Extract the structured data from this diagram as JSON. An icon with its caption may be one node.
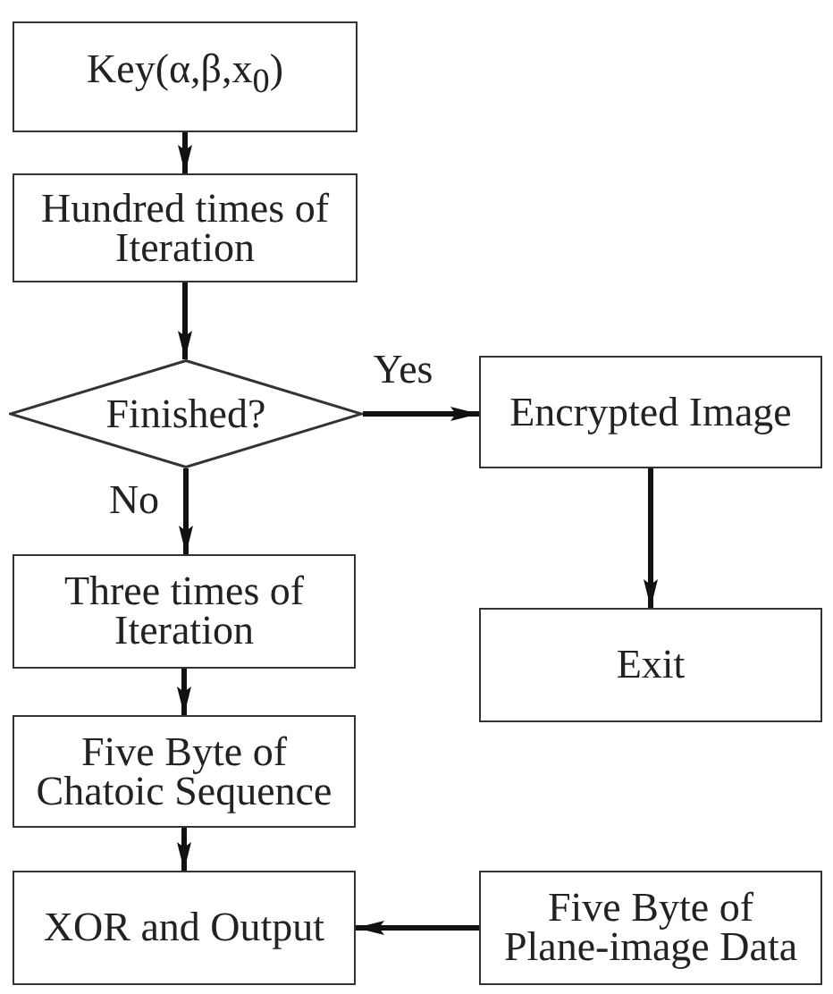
{
  "diagram": {
    "nodes": [
      {
        "text": [
          "Key(α,β,x$_{0}$)"
        ]
      },
      {
        "text": [
          "Hundred times of Iteration"
        ]
      },
      {
        "text": [
          "Finished?"
        ]
      },
      {
        "text": [
          "Encrypted Image"
        ]
      },
      {
        "text": [
          "Exit"
        ]
      },
      {
        "text": [
          "Three times of Iteration"
        ]
      },
      {
        "text": [
          "Five Byte of Chatoic Sequence"
        ]
      },
      {
        "text": [
          "XOR and Output"
        ]
      },
      {
        "text": [
          "Five Byte of Plane-image Data"
        ]
      }
    ],
    "edges": [
      {
        "from": 0,
        "to": 1,
        "arrow": "to"
      },
      {
        "from": 1,
        "to": 2,
        "arrow": "to"
      },
      {
        "from": 2,
        "to": 3,
        "arrow": "to",
        "label": "Yes"
      },
      {
        "from": 3,
        "to": 4,
        "arrow": "to"
      },
      {
        "from": 2,
        "to": 5,
        "arrow": "to",
        "label": "No"
      },
      {
        "from": 5,
        "to": 6,
        "arrow": "to"
      },
      {
        "from": 6,
        "to": 7,
        "arrow": "to"
      },
      {
        "from": 8,
        "to": 7,
        "arrow": "to"
      }
    ]
  }
}
